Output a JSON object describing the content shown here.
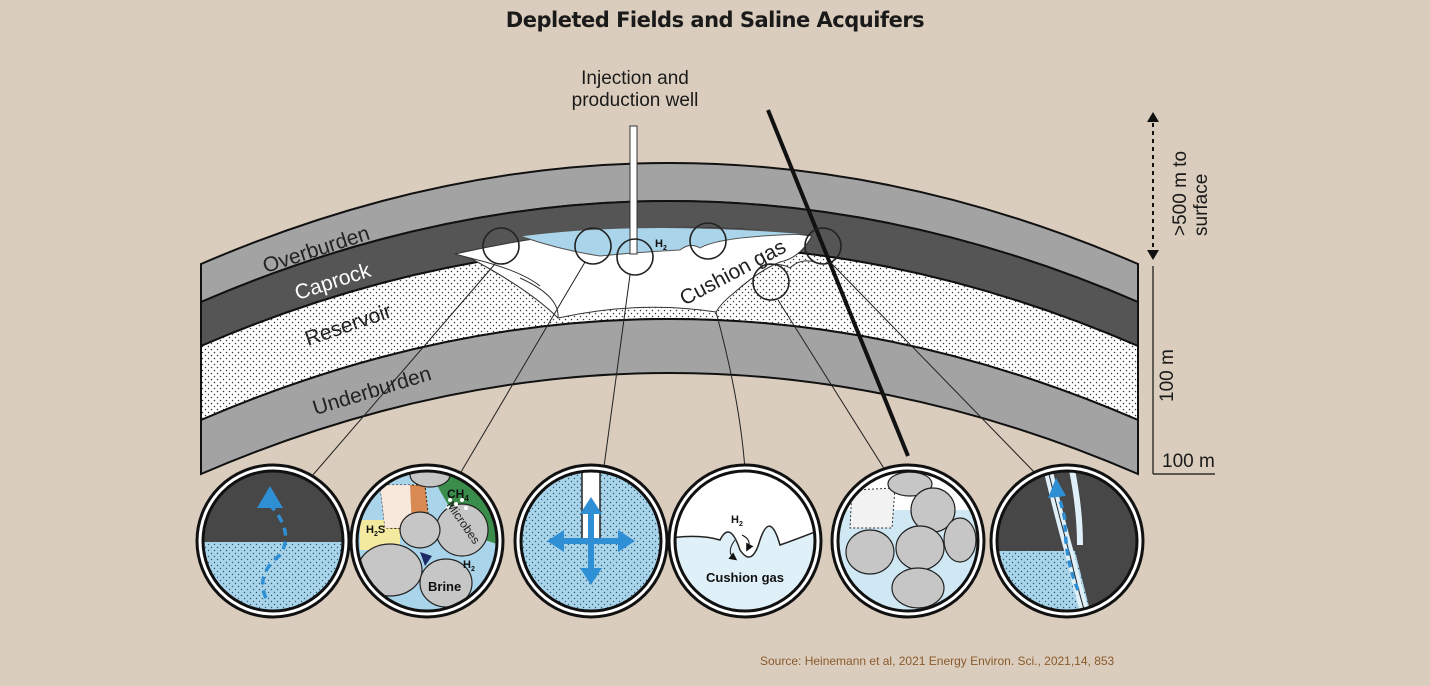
{
  "title": "Depleted Fields and Saline Acquifers",
  "well_label_line1": "Injection and",
  "well_label_line2": "production well",
  "layers": {
    "overburden": "Overburden",
    "caprock": "Caprock",
    "reservoir": "Reservoir",
    "underburden": "Underburden"
  },
  "cushion_gas_label": "Cushion gas",
  "h2_label": "H",
  "h2_sub": "2",
  "scale": {
    "depth_to_surface_line1": ">500 m to",
    "depth_to_surface_line2": "surface",
    "vertical": "100 m",
    "horizontal": "100 m"
  },
  "insets": {
    "ch4": "CH",
    "ch4_sub": "4",
    "microbes": "Microbes",
    "h2s": "H",
    "h2s_sub2": "2",
    "h2s_s": "S",
    "brine": "Brine",
    "h2": "H",
    "h2_sub": "2",
    "cushion_gas": "Cushion gas"
  },
  "source": "Source: Heinemann et al, 2021 Energy Environ. Sci., 2021,14, 853",
  "colors": {
    "background": "#dacdbd",
    "overburden": "#a3a3a3",
    "caprock": "#555555",
    "reservoir": "#ffffff",
    "water": "#a9d4ea",
    "arrow": "#2e8fd4"
  }
}
